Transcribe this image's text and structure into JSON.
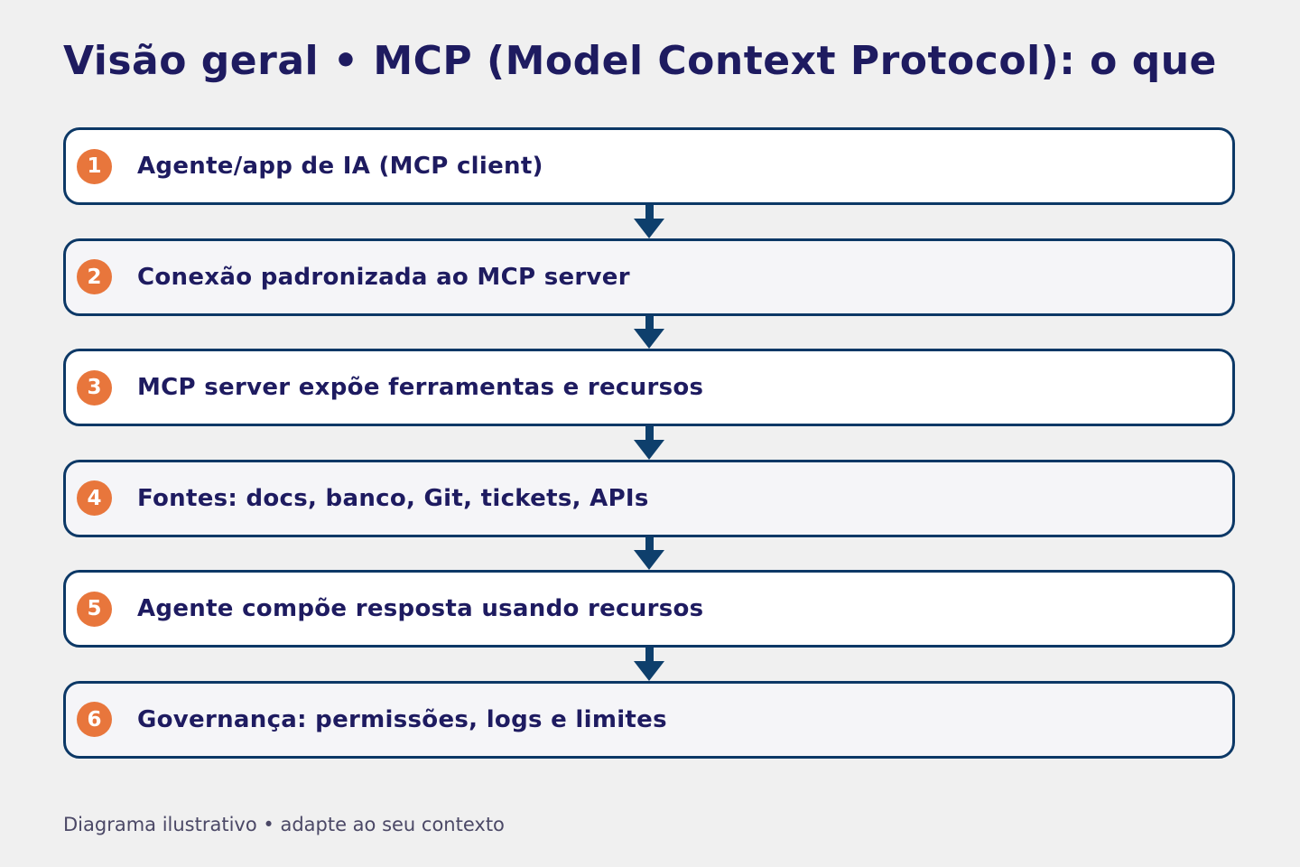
{
  "page": {
    "title": "Visão geral • MCP (Model Context Protocol): o que",
    "footer": "Diagrama ilustrativo • adapte ao seu contexto"
  },
  "flow": {
    "steps": [
      {
        "number": "1",
        "label": "Agente/app de IA (MCP client)"
      },
      {
        "number": "2",
        "label": "Conexão padronizada ao MCP server"
      },
      {
        "number": "3",
        "label": "MCP server expõe ferramentas e recursos"
      },
      {
        "number": "4",
        "label": "Fontes: docs, banco, Git, tickets, APIs"
      },
      {
        "number": "5",
        "label": "Agente compõe resposta usando recursos"
      },
      {
        "number": "6",
        "label": "Governança: permissões, logs e limites"
      }
    ]
  },
  "colors": {
    "background": "#f0f0f0",
    "title_text": "#1e1b60",
    "box_border": "#0c3866",
    "box_bg_odd": "#ffffff",
    "box_bg_even": "#f5f5f8",
    "badge_orange": "#e8763c",
    "badge_text": "#ffffff",
    "arrow_navy": "#0e3f6c",
    "footer_text": "#4b4866"
  }
}
